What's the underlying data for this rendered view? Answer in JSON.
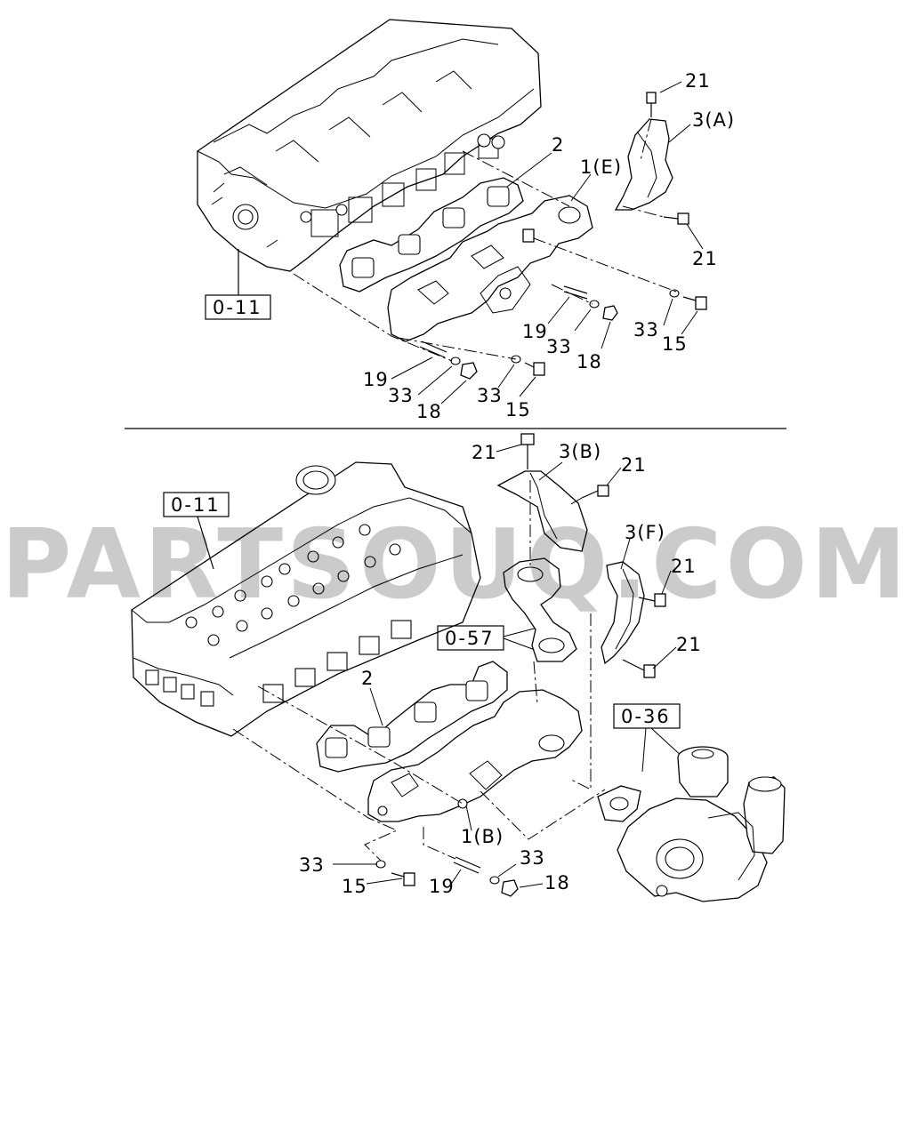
{
  "watermark": "PARTSOUQ.COM",
  "ref_boxes": {
    "top_head": "0-11",
    "bottom_head": "0-11",
    "outlet": "0-57",
    "turbo": "0-36"
  },
  "top_view": {
    "labels": {
      "bolt_21_a": "21",
      "cover_3a": "3(A)",
      "gasket_2": "2",
      "manifold_1e": "1(E)",
      "bolt_21_b": "21",
      "stud_19_right": "19",
      "washer_33_right": "33",
      "nut_18_right": "18",
      "washer_33_far": "33",
      "bolt_15_far": "15",
      "stud_19_left": "19",
      "washer_33_left": "33",
      "nut_18_left": "18",
      "washer_33_mid": "33",
      "bolt_15_mid": "15"
    }
  },
  "bottom_view": {
    "labels": {
      "bolt_21_top": "21",
      "cover_3b": "3(B)",
      "bolt_21_b": "21",
      "cover_3f": "3(F)",
      "bolt_21_c": "21",
      "bolt_21_d": "21",
      "gasket_2": "2",
      "manifold_1b": "1(B)",
      "washer_33_left": "33",
      "bolt_15": "15",
      "stud_19": "19",
      "washer_33_right": "33",
      "nut_18": "18"
    }
  }
}
